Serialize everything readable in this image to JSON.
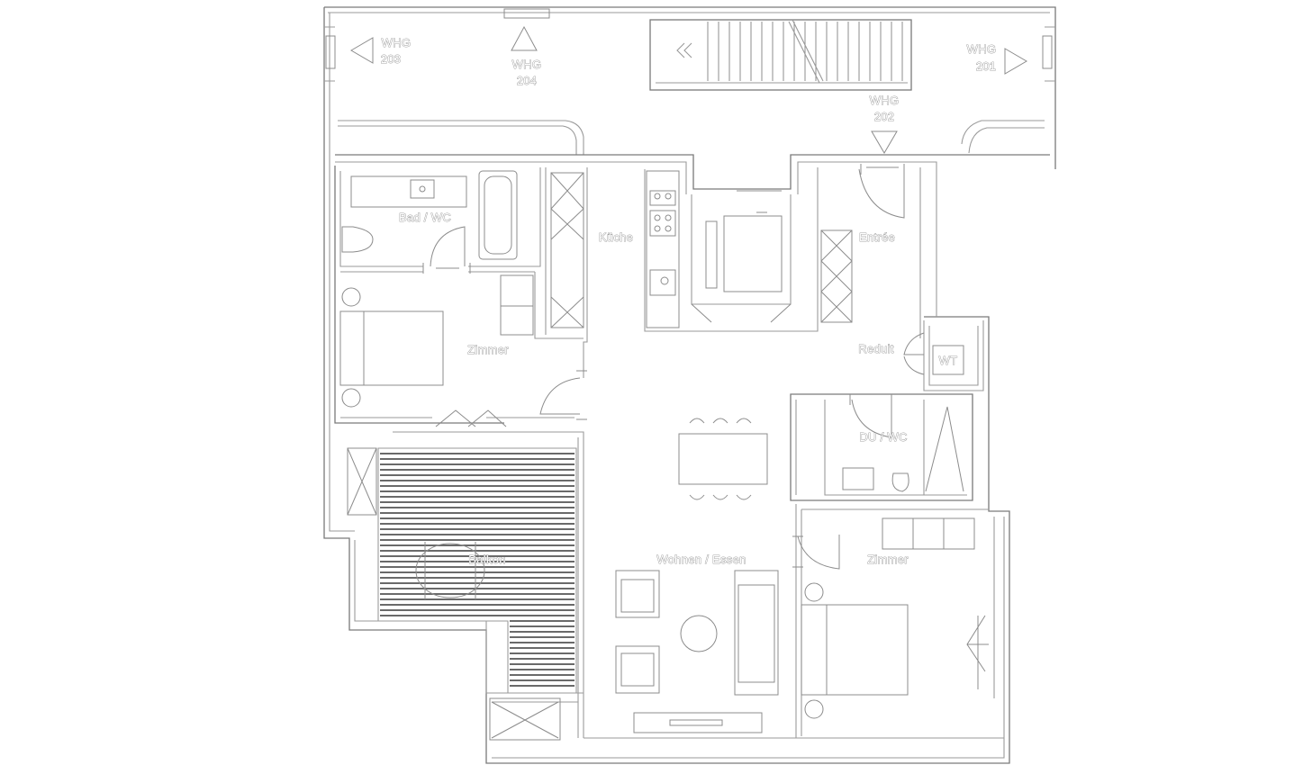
{
  "plan": {
    "rooms": {
      "bad_wc": "Bad / WC",
      "kueche": "Küche",
      "entree": "Entrée",
      "zimmer_left": "Zimmer",
      "reduit": "Reduit",
      "wt": "WT",
      "du_wc": "DU / WC",
      "balkon": "Balkon",
      "wohnen_essen": "Wohnen / Essen",
      "zimmer_right": "Zimmer"
    },
    "units": [
      {
        "id": "w203",
        "label": "WHG",
        "number": "203"
      },
      {
        "id": "w204",
        "label": "WHG",
        "number": "204"
      },
      {
        "id": "w201",
        "label": "WHG",
        "number": "201"
      },
      {
        "id": "w202",
        "label": "WHG",
        "number": "202"
      }
    ]
  }
}
